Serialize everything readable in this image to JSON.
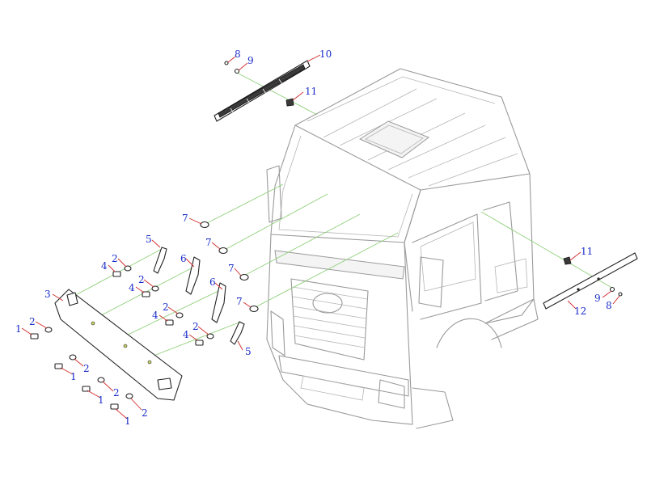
{
  "callouts": {
    "c1a": "1",
    "c1b": "1",
    "c1c": "1",
    "c1d": "1",
    "c2a": "2",
    "c2b": "2",
    "c2c": "2",
    "c2d": "2",
    "c2e": "2",
    "c2f": "2",
    "c2g": "2",
    "c2h": "2",
    "c3": "3",
    "c4a": "4",
    "c4b": "4",
    "c4c": "4",
    "c4d": "4",
    "c5a": "5",
    "c5b": "5",
    "c6a": "6",
    "c6b": "6",
    "c7a": "7",
    "c7b": "7",
    "c7c": "7",
    "c7d": "7",
    "c8a": "8",
    "c8b": "8",
    "c9a": "9",
    "c9b": "9",
    "c10": "10",
    "c11a": "11",
    "c11b": "11",
    "c12": "12"
  },
  "colors": {
    "callout_text": "#1a2cc9",
    "leader_line": "#d22a2a",
    "guide_line": "#8fd07a",
    "cab_outline": "#9a9a9a",
    "part_outline": "#222222"
  }
}
